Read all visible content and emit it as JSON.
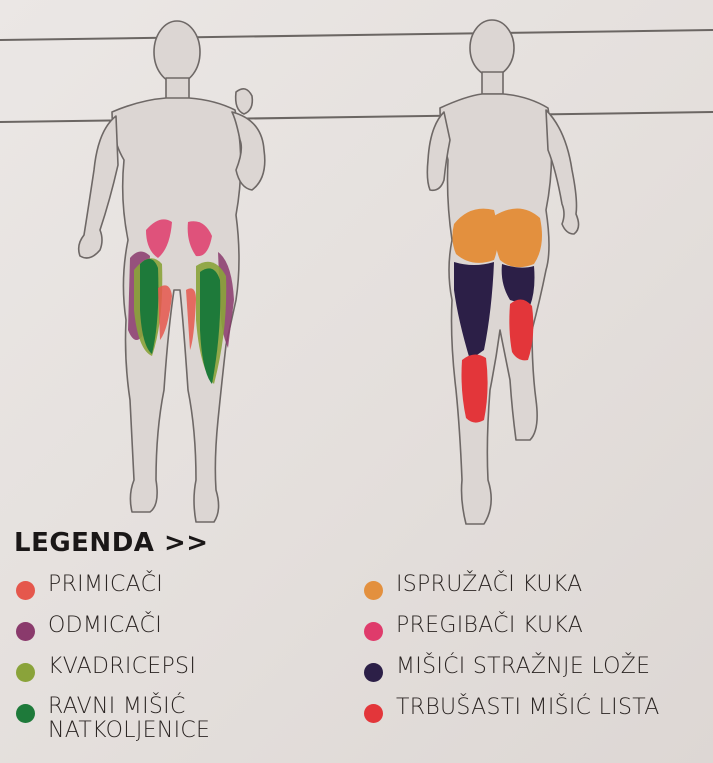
{
  "legend": {
    "title": "LEGENDA >>",
    "items": [
      {
        "id": "primicaci",
        "label": "PRIMICAČI",
        "color": "#e5574c",
        "column": "left"
      },
      {
        "id": "odmicaci",
        "label": "ODMICAČI",
        "color": "#8a3a6c",
        "column": "left"
      },
      {
        "id": "kvadricepsi",
        "label": "KVADRICEPSI",
        "color": "#8aa33a",
        "column": "left"
      },
      {
        "id": "ravni",
        "label": "RAVNI MIŠIĆ NATKOLJENICE",
        "color": "#1e7a3a",
        "column": "left"
      },
      {
        "id": "ispruzaci",
        "label": "ISPRUŽAČI KUKA",
        "color": "#e3903e",
        "column": "right"
      },
      {
        "id": "pregibaci",
        "label": "PREGIBAČI KUKA",
        "color": "#df3b6b",
        "column": "right"
      },
      {
        "id": "straznje",
        "label": "MIŠIĆI STRAŽNJE LOŽE",
        "color": "#2c1f47",
        "column": "right"
      },
      {
        "id": "trbusasti",
        "label": "TRBUŠASTI MIŠIĆ LISTA",
        "color": "#e3363a",
        "column": "right"
      }
    ]
  }
}
